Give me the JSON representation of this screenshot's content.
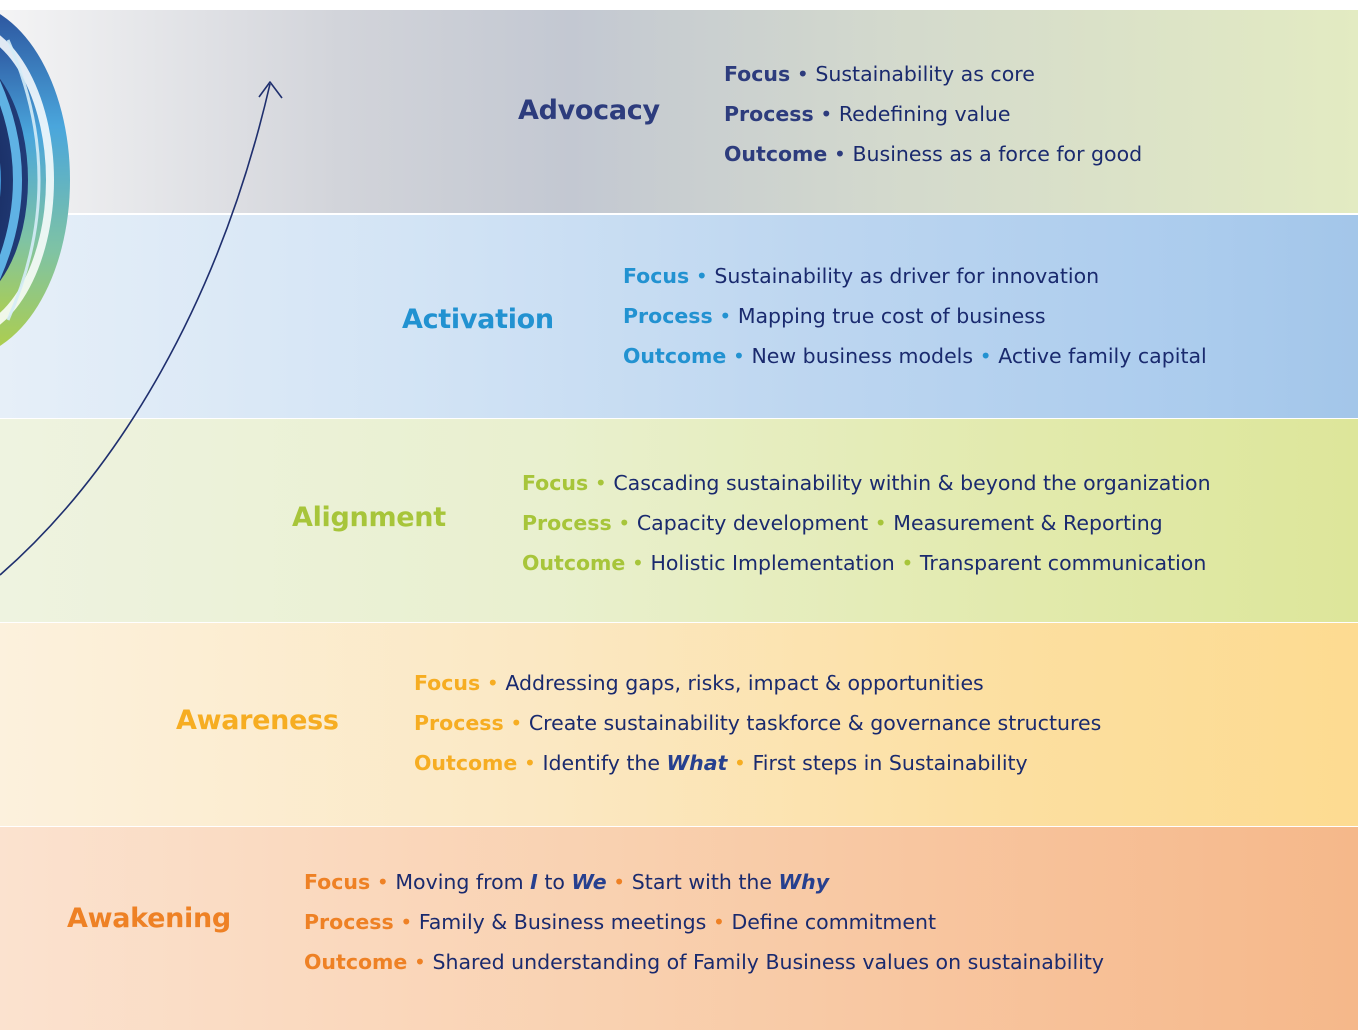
{
  "stages": [
    {
      "title": "Advocacy",
      "lines": [
        {
          "label": "Focus",
          "parts": [
            "Sustainability as core"
          ]
        },
        {
          "label": "Process",
          "parts": [
            "Redefining value"
          ]
        },
        {
          "label": "Outcome",
          "parts": [
            "Business as a force for good"
          ]
        }
      ]
    },
    {
      "title": "Activation",
      "lines": [
        {
          "label": "Focus",
          "parts": [
            "Sustainability as driver for innovation"
          ]
        },
        {
          "label": "Process",
          "parts": [
            "Mapping true cost of business"
          ]
        },
        {
          "label": "Outcome",
          "parts": [
            "New business models",
            "Active family capital"
          ]
        }
      ]
    },
    {
      "title": "Alignment",
      "lines": [
        {
          "label": "Focus",
          "parts": [
            "Cascading sustainability within & beyond the organization"
          ]
        },
        {
          "label": "Process",
          "parts": [
            "Capacity development",
            "Measurement & Reporting"
          ]
        },
        {
          "label": "Outcome",
          "parts": [
            "Holistic Implementation",
            "Transparent communication"
          ]
        }
      ]
    },
    {
      "title": "Awareness",
      "lines": [
        {
          "label": "Focus",
          "parts": [
            "Addressing gaps, risks, impact & opportunities"
          ]
        },
        {
          "label": "Process",
          "parts": [
            "Create sustainability taskforce & governance structures"
          ]
        },
        {
          "label": "Outcome",
          "parts": [
            "Identify the *What*",
            "First steps in Sustainability"
          ]
        }
      ]
    },
    {
      "title": "Awakening",
      "lines": [
        {
          "label": "Focus",
          "parts": [
            "Moving from *I* to *We*",
            "Start with the *Why*"
          ]
        },
        {
          "label": "Process",
          "parts": [
            "Family & Business meetings",
            "Define commitment"
          ]
        },
        {
          "label": "Outcome",
          "parts": [
            "Shared understanding of Family Business values on sustainability"
          ]
        }
      ]
    }
  ],
  "separator": " • ",
  "icons": {
    "arrow": "growth-arrow-icon",
    "logo": "circular-logo-icon"
  },
  "colors": {
    "advocacy": "#2d3c7d",
    "activation": "#2292d1",
    "alignment": "#a7c53a",
    "awareness": "#f6ad22",
    "awakening": "#ee8125",
    "body_text": "#1a2a6e"
  }
}
